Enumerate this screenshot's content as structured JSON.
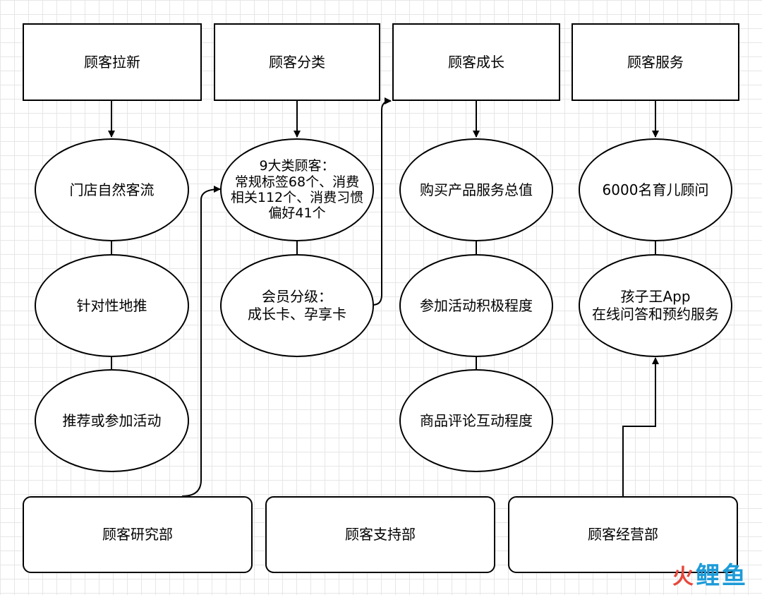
{
  "headers": {
    "col1": "顾客拉新",
    "col2": "顾客分类",
    "col3": "顾客成长",
    "col4": "顾客服务"
  },
  "nodes": {
    "col1": [
      "门店自然客流",
      "针对性地推",
      "推荐或参加活动"
    ],
    "col2": [
      "9大类顾客：\n常规标签68个、消费\n相关112个、消费习惯\n偏好41个",
      "会员分级：\n成长卡、孕享卡"
    ],
    "col3": [
      "购买产品服务总值",
      "参加活动积极程度",
      "商品评论互动程度"
    ],
    "col4": [
      "6000名育儿顾问",
      "孩子王App\n在线问答和预约服务"
    ]
  },
  "departments": {
    "research": "顾客研究部",
    "support": "顾客支持部",
    "operations": "顾客经营部"
  },
  "logo": {
    "part1": "火",
    "part2": "鲤",
    "part3": "鱼"
  }
}
